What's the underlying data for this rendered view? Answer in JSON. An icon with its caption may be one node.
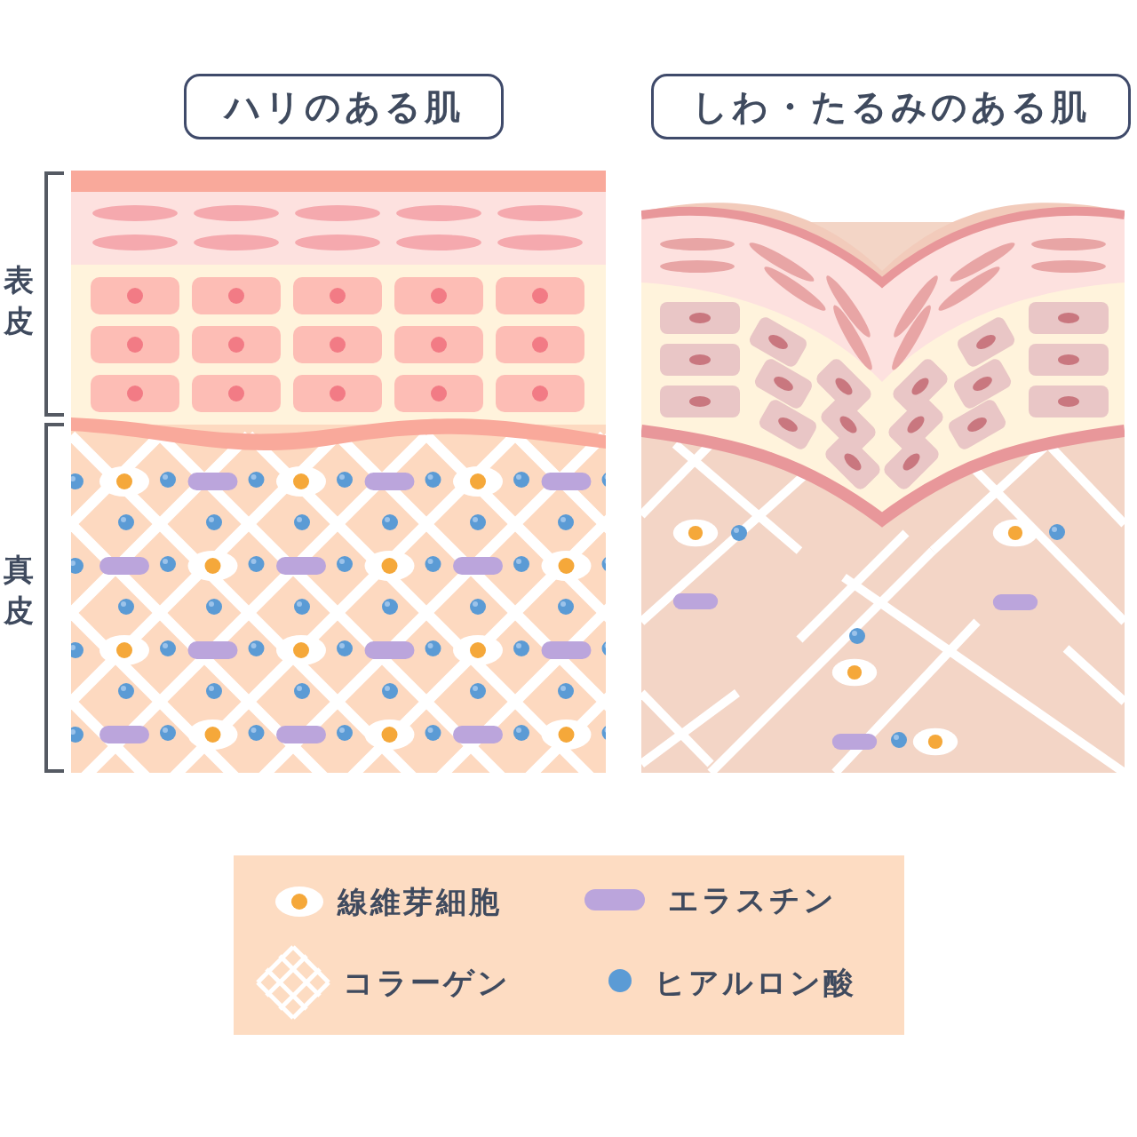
{
  "diagram": {
    "nodes": [
      {
        "text": [
          "ハリのある肌"
        ]
      },
      {
        "text": [
          "しわ・たるみのある肌"
        ]
      }
    ],
    "labels": [
      "表皮",
      "真皮"
    ],
    "legend": [
      {
        "text": "線維芽細胞"
      },
      {
        "text": "エラスチン",
        "color": "#bba5dc"
      },
      {
        "text": "コラーゲン"
      },
      {
        "text": "ヒアルロン酸",
        "color": "#5b9bd5"
      }
    ]
  }
}
